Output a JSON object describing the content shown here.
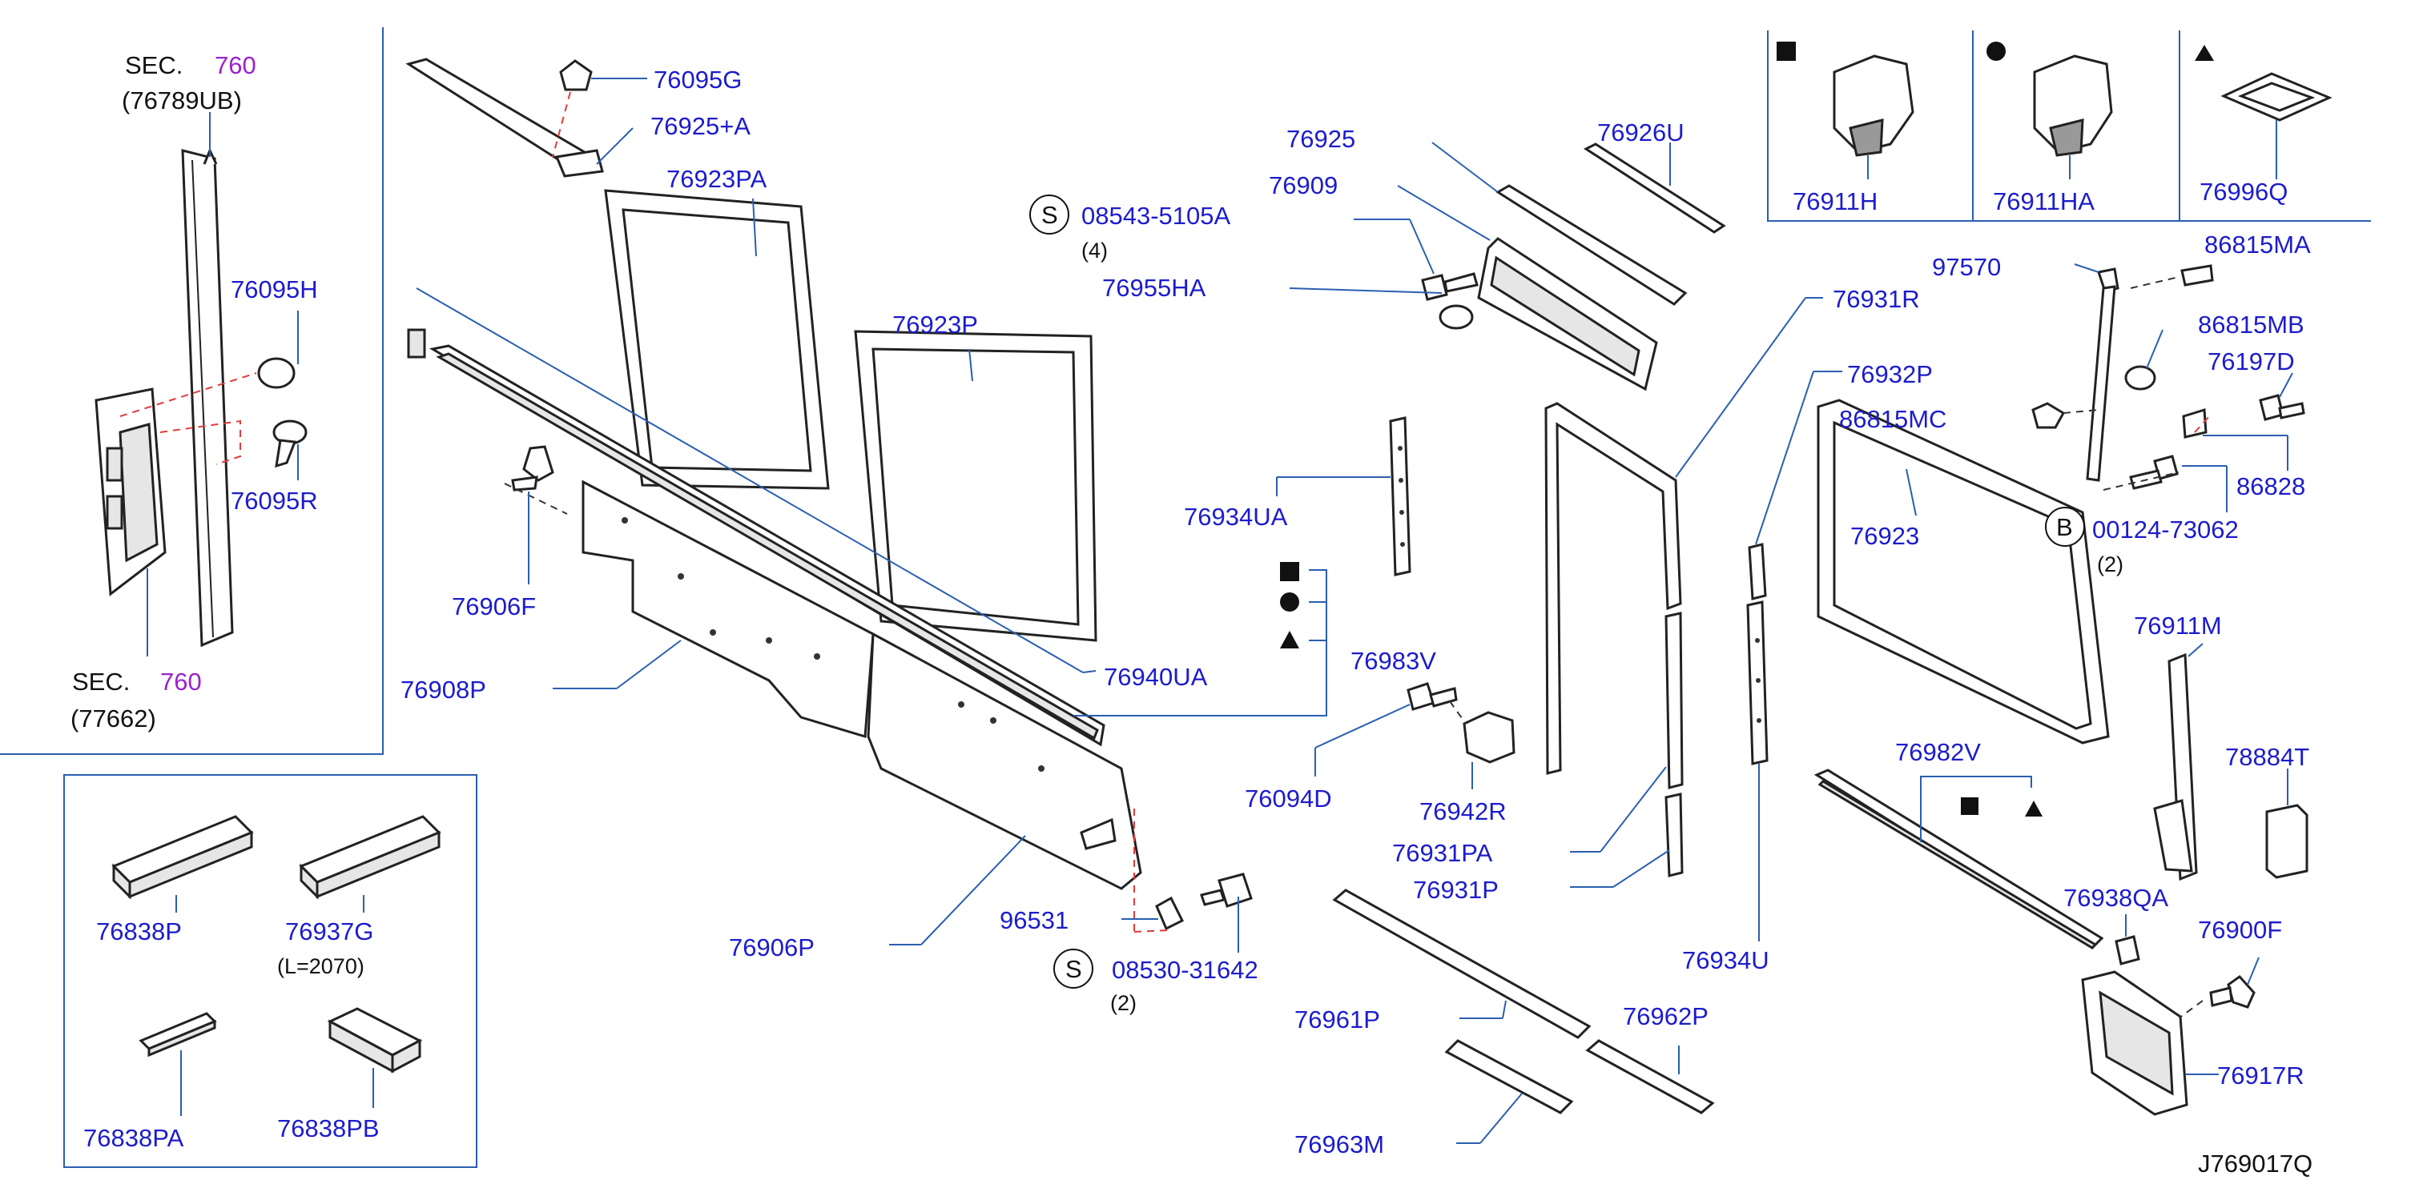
{
  "labels": {
    "sec1_sec": "SEC.",
    "sec1_num": "760",
    "sec1_ref": "(76789UB)",
    "sec2_sec": "SEC.",
    "sec2_num": "760",
    "sec2_ref": "(77662)",
    "p76095H": "76095H",
    "p76095R": "76095R",
    "p76095G": "76095G",
    "p76925A": "76925+A",
    "p76923PA": "76923PA",
    "p76923P": "76923P",
    "p76906F": "76906F",
    "p76908P": "76908P",
    "p76940UA": "76940UA",
    "p76906P": "76906P",
    "p96531": "96531",
    "s08530": "08530-31642",
    "s08530_qty": "(2)",
    "s08543": "08543-5105A",
    "s08543_qty": "(4)",
    "p76925": "76925",
    "p76909": "76909",
    "p76955HA": "76955HA",
    "p76926U": "76926U",
    "p76934UA": "76934UA",
    "p76983V": "76983V",
    "p76094D": "76094D",
    "p76942R": "76942R",
    "p76931R": "76931R",
    "p76931PA": "76931PA",
    "p76931P": "76931P",
    "p76932P": "76932P",
    "p86815MC": "86815MC",
    "p76923": "76923",
    "p76934U": "76934U",
    "p76961P": "76961P",
    "p76962P": "76962P",
    "p76963M": "76963M",
    "p97570": "97570",
    "p86815MA": "86815MA",
    "p86815MB": "86815MB",
    "p76197D": "76197D",
    "p86828": "86828",
    "b00124": "00124-73062",
    "b00124_qty": "(2)",
    "p76911M": "76911M",
    "p78884T": "78884T",
    "p76982V": "76982V",
    "p76938QA": "76938QA",
    "p76900F": "76900F",
    "p76917R": "76917R",
    "p76911H": "76911H",
    "p76911HA": "76911HA",
    "p76996Q": "76996Q",
    "p76838P": "76838P",
    "p76937G": "76937G",
    "p76937G_len": "(L=2070)",
    "p76838PA": "76838PA",
    "p76838PB": "76838PB",
    "diagram_id": "J769017Q",
    "circle_s": "S",
    "circle_b": "B"
  },
  "colors": {
    "part_number": "#1c1ccc",
    "section_ref": "#9a22cc",
    "leader_line": "#2a5fb0",
    "dashed_red": "#e23a3a"
  }
}
